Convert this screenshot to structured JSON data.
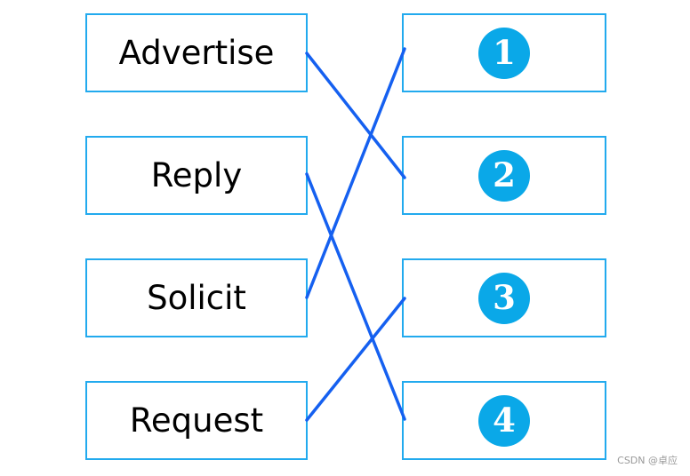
{
  "left_items": [
    {
      "label": "Advertise"
    },
    {
      "label": "Reply"
    },
    {
      "label": "Solicit"
    },
    {
      "label": "Request"
    }
  ],
  "right_items": [
    {
      "number": "1"
    },
    {
      "number": "2"
    },
    {
      "number": "3"
    },
    {
      "number": "4"
    }
  ],
  "connections": [
    {
      "from": "Advertise",
      "to": "2"
    },
    {
      "from": "Reply",
      "to": "4"
    },
    {
      "from": "Solicit",
      "to": "1"
    },
    {
      "from": "Request",
      "to": "3"
    }
  ],
  "watermark": "CSDN @卓应",
  "colors": {
    "box_border": "#22aaee",
    "badge_fill": "#0aa8e8",
    "line": "#1560f0"
  }
}
